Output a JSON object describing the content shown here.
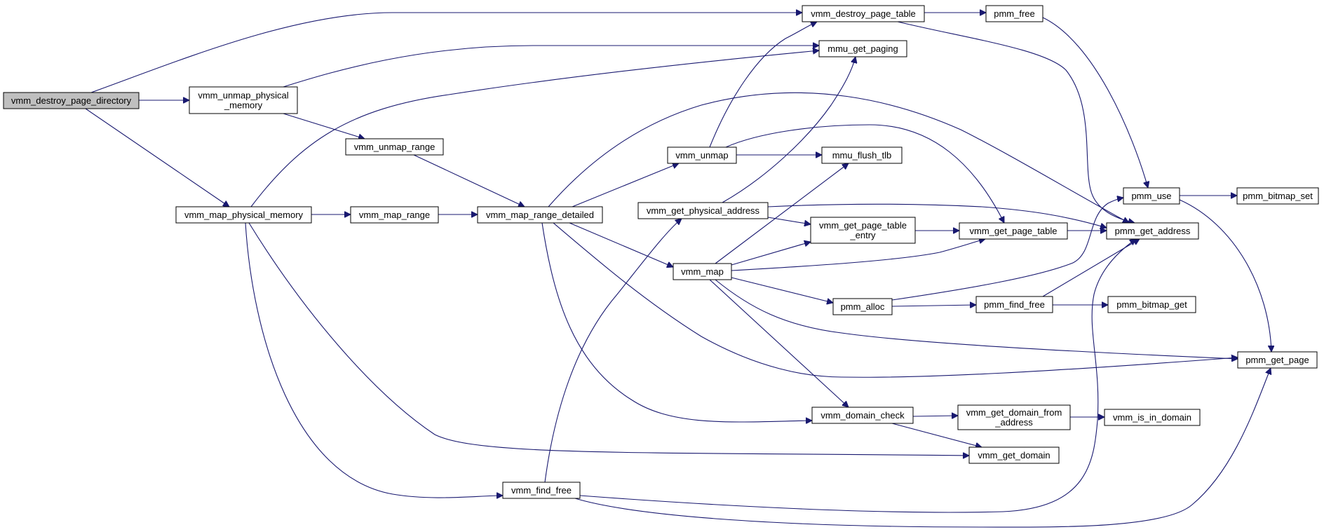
{
  "graph": {
    "edge_color": "#191970",
    "root_fill": "#bfbfbf",
    "nodes": [
      {
        "id": "vmm_destroy_page_directory",
        "lines": [
          "vmm_destroy_page_directory"
        ],
        "root": true
      },
      {
        "id": "vmm_unmap_physical_memory",
        "lines": [
          "vmm_unmap_physical",
          "_memory"
        ]
      },
      {
        "id": "vmm_map_physical_memory",
        "lines": [
          "vmm_map_physical_memory"
        ]
      },
      {
        "id": "vmm_unmap_range",
        "lines": [
          "vmm_unmap_range"
        ]
      },
      {
        "id": "vmm_map_range",
        "lines": [
          "vmm_map_range"
        ]
      },
      {
        "id": "vmm_map_range_detailed",
        "lines": [
          "vmm_map_range_detailed"
        ]
      },
      {
        "id": "vmm_destroy_page_table",
        "lines": [
          "vmm_destroy_page_table"
        ]
      },
      {
        "id": "mmu_get_paging",
        "lines": [
          "mmu_get_paging"
        ]
      },
      {
        "id": "pmm_free",
        "lines": [
          "pmm_free"
        ]
      },
      {
        "id": "vmm_unmap",
        "lines": [
          "vmm_unmap"
        ]
      },
      {
        "id": "mmu_flush_tlb",
        "lines": [
          "mmu_flush_tlb"
        ]
      },
      {
        "id": "vmm_get_physical_address",
        "lines": [
          "vmm_get_physical_address"
        ]
      },
      {
        "id": "vmm_get_page_table_entry",
        "lines": [
          "vmm_get_page_table",
          "_entry"
        ]
      },
      {
        "id": "vmm_get_page_table",
        "lines": [
          "vmm_get_page_table"
        ]
      },
      {
        "id": "vmm_map",
        "lines": [
          "vmm_map"
        ]
      },
      {
        "id": "pmm_alloc",
        "lines": [
          "pmm_alloc"
        ]
      },
      {
        "id": "pmm_find_free",
        "lines": [
          "pmm_find_free"
        ]
      },
      {
        "id": "pmm_use",
        "lines": [
          "pmm_use"
        ]
      },
      {
        "id": "pmm_bitmap_set",
        "lines": [
          "pmm_bitmap_set"
        ]
      },
      {
        "id": "pmm_get_address",
        "lines": [
          "pmm_get_address"
        ]
      },
      {
        "id": "pmm_bitmap_get",
        "lines": [
          "pmm_bitmap_get"
        ]
      },
      {
        "id": "pmm_get_page",
        "lines": [
          "pmm_get_page"
        ]
      },
      {
        "id": "vmm_domain_check",
        "lines": [
          "vmm_domain_check"
        ]
      },
      {
        "id": "vmm_get_domain_from_address",
        "lines": [
          "vmm_get_domain_from",
          "_address"
        ]
      },
      {
        "id": "vmm_is_in_domain",
        "lines": [
          "vmm_is_in_domain"
        ]
      },
      {
        "id": "vmm_get_domain",
        "lines": [
          "vmm_get_domain"
        ]
      },
      {
        "id": "vmm_find_free",
        "lines": [
          "vmm_find_free"
        ]
      }
    ],
    "edges": [
      [
        "vmm_destroy_page_directory",
        "vmm_destroy_page_table"
      ],
      [
        "vmm_destroy_page_directory",
        "vmm_unmap_physical_memory"
      ],
      [
        "vmm_destroy_page_directory",
        "vmm_map_physical_memory"
      ],
      [
        "vmm_destroy_page_table",
        "pmm_free"
      ],
      [
        "vmm_destroy_page_table",
        "pmm_get_address"
      ],
      [
        "pmm_free",
        "pmm_use"
      ],
      [
        "vmm_unmap_physical_memory",
        "mmu_get_paging"
      ],
      [
        "vmm_unmap_physical_memory",
        "vmm_unmap_range"
      ],
      [
        "vmm_map_physical_memory",
        "mmu_get_paging"
      ],
      [
        "vmm_map_physical_memory",
        "vmm_map_range"
      ],
      [
        "vmm_map_physical_memory",
        "vmm_get_domain"
      ],
      [
        "vmm_map_physical_memory",
        "vmm_find_free"
      ],
      [
        "vmm_unmap_range",
        "vmm_map_range_detailed"
      ],
      [
        "vmm_map_range",
        "vmm_map_range_detailed"
      ],
      [
        "vmm_map_range_detailed",
        "vmm_unmap"
      ],
      [
        "vmm_map_range_detailed",
        "vmm_map"
      ],
      [
        "vmm_map_range_detailed",
        "pmm_get_address"
      ],
      [
        "vmm_map_range_detailed",
        "pmm_get_page"
      ],
      [
        "vmm_map_range_detailed",
        "vmm_domain_check"
      ],
      [
        "vmm_unmap",
        "vmm_destroy_page_table"
      ],
      [
        "vmm_unmap",
        "mmu_flush_tlb"
      ],
      [
        "vmm_unmap",
        "vmm_get_page_table"
      ],
      [
        "vmm_get_physical_address",
        "mmu_get_paging"
      ],
      [
        "vmm_get_physical_address",
        "vmm_get_page_table_entry"
      ],
      [
        "vmm_get_physical_address",
        "pmm_get_address"
      ],
      [
        "vmm_get_page_table_entry",
        "vmm_get_page_table"
      ],
      [
        "vmm_get_page_table",
        "pmm_get_address"
      ],
      [
        "vmm_map",
        "mmu_flush_tlb"
      ],
      [
        "vmm_map",
        "vmm_get_page_table_entry"
      ],
      [
        "vmm_map",
        "vmm_get_page_table"
      ],
      [
        "vmm_map",
        "pmm_alloc"
      ],
      [
        "vmm_map",
        "pmm_get_page"
      ],
      [
        "vmm_map",
        "vmm_domain_check"
      ],
      [
        "pmm_alloc",
        "pmm_use"
      ],
      [
        "pmm_alloc",
        "pmm_find_free"
      ],
      [
        "pmm_find_free",
        "pmm_get_address"
      ],
      [
        "pmm_find_free",
        "pmm_bitmap_get"
      ],
      [
        "pmm_use",
        "pmm_bitmap_set"
      ],
      [
        "pmm_use",
        "pmm_get_page"
      ],
      [
        "vmm_domain_check",
        "vmm_get_domain_from_address"
      ],
      [
        "vmm_domain_check",
        "vmm_get_domain"
      ],
      [
        "vmm_get_domain_from_address",
        "vmm_is_in_domain"
      ],
      [
        "vmm_find_free",
        "vmm_get_physical_address"
      ],
      [
        "vmm_find_free",
        "pmm_get_address"
      ],
      [
        "vmm_find_free",
        "pmm_get_page"
      ]
    ]
  }
}
